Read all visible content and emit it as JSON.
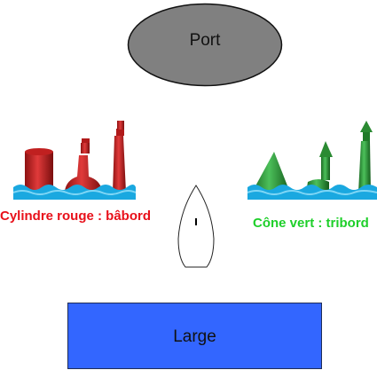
{
  "colors": {
    "port_fill": "#808080",
    "large_fill": "#3366ff",
    "red_text": "#e8101a",
    "green_text": "#1ecf2a",
    "red_buoy": "#d42828",
    "green_buoy": "#2e9a3a",
    "water": "#1aa8e0"
  },
  "port": {
    "label": "Port"
  },
  "large": {
    "label": "Large"
  },
  "red_buoy": {
    "caption": "Cylindre rouge : bâbord",
    "icon": "red-cylinder-buoys-icon"
  },
  "green_buoy": {
    "caption": "Cône vert : tribord",
    "icon": "green-cone-buoys-icon"
  },
  "boat": {
    "icon": "sailboat-hull-icon"
  }
}
